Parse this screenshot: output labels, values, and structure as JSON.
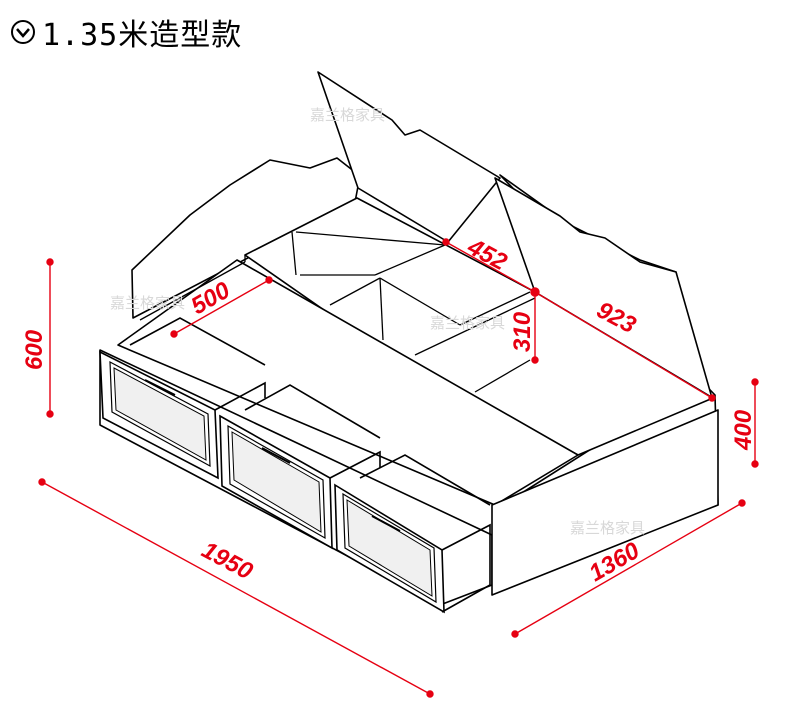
{
  "header": {
    "title": "1.35米造型款",
    "icon": "chevron-down-circle-icon"
  },
  "watermark": "嘉兰格家具",
  "dimensions": {
    "length": "1950",
    "width": "1360",
    "total_height": "600",
    "side_height": "400",
    "bay_width": "500",
    "storage_depth": "452",
    "storage_length": "923",
    "storage_height": "310"
  },
  "colors": {
    "dimension": "#e60012",
    "line": "#000000",
    "panel": "#ffffff",
    "watermark": "#d8d8d8"
  }
}
